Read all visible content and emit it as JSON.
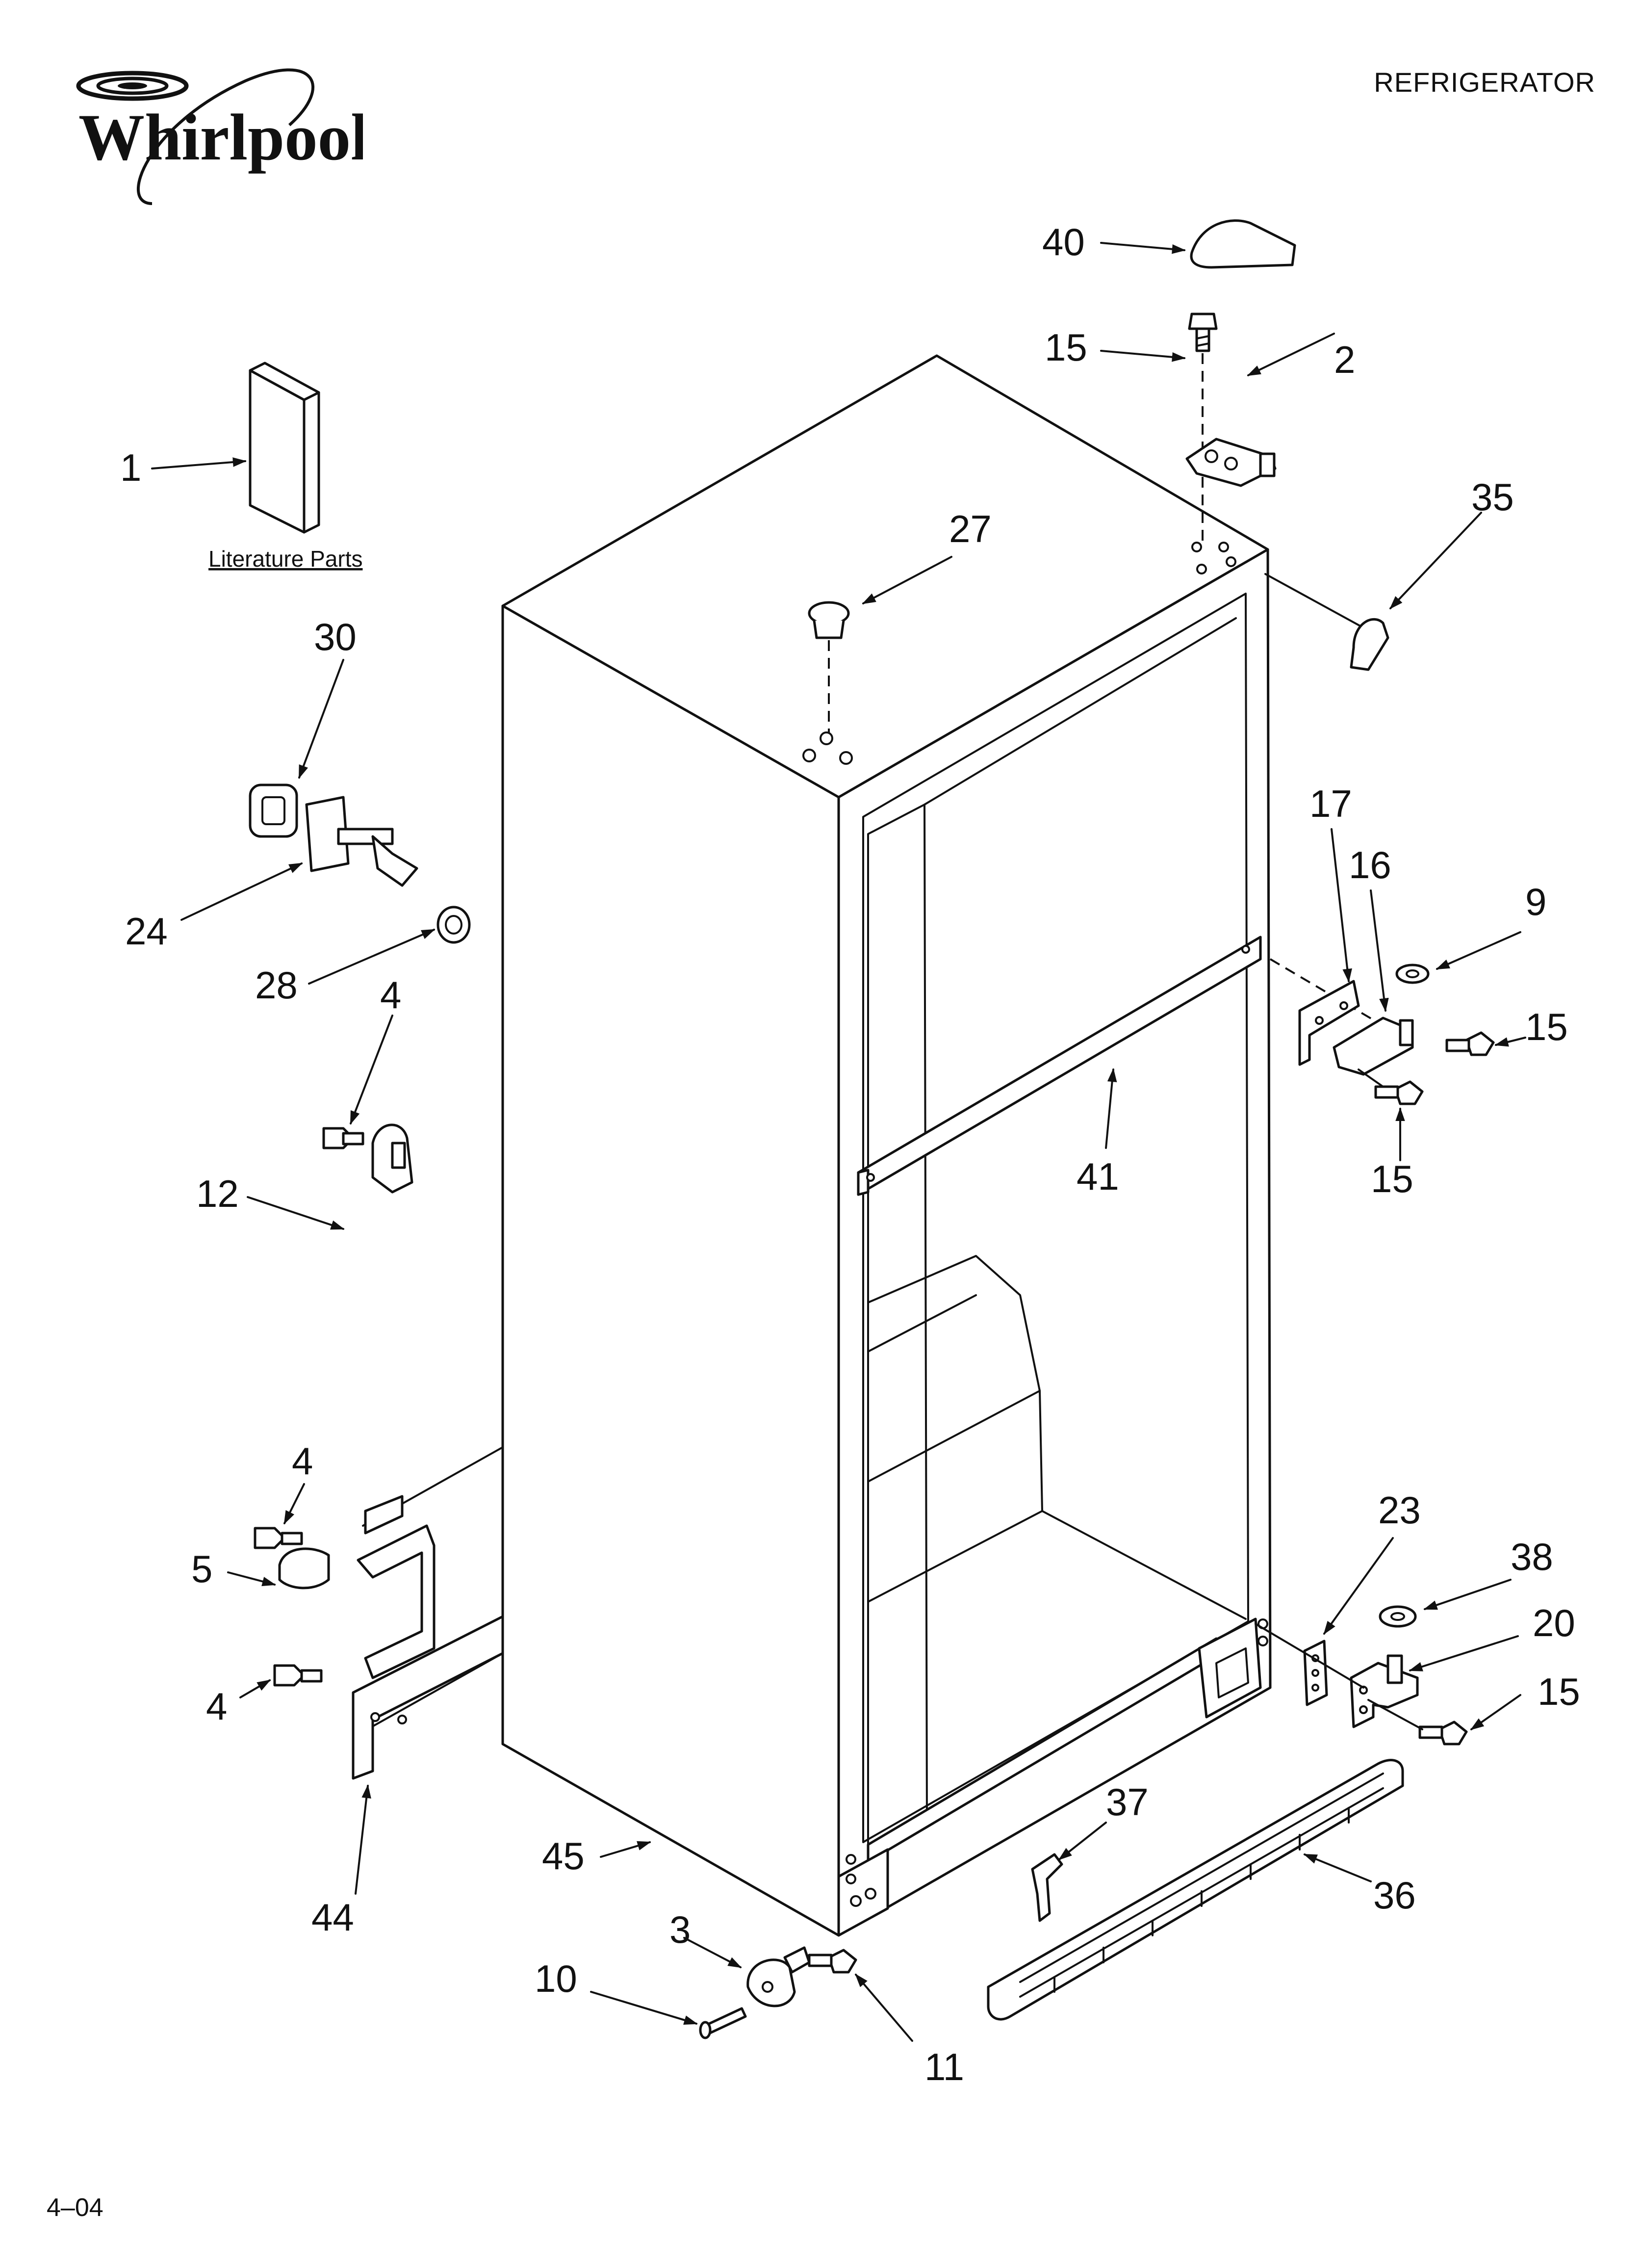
{
  "header": {
    "brand": "Whirlpool",
    "title": "REFRIGERATOR",
    "footer_code": "4–04"
  },
  "diagram": {
    "literature_label": "Literature Parts",
    "callouts": [
      {
        "id": "c40",
        "label": "40"
      },
      {
        "id": "c15a",
        "label": "15"
      },
      {
        "id": "c2",
        "label": "2"
      },
      {
        "id": "c1",
        "label": "1"
      },
      {
        "id": "c35",
        "label": "35"
      },
      {
        "id": "c27",
        "label": "27"
      },
      {
        "id": "c30",
        "label": "30"
      },
      {
        "id": "c17",
        "label": "17"
      },
      {
        "id": "c16",
        "label": "16"
      },
      {
        "id": "c24",
        "label": "24"
      },
      {
        "id": "c9",
        "label": "9"
      },
      {
        "id": "c28",
        "label": "28"
      },
      {
        "id": "c4a",
        "label": "4"
      },
      {
        "id": "c15b",
        "label": "15"
      },
      {
        "id": "c12",
        "label": "12"
      },
      {
        "id": "c41",
        "label": "41"
      },
      {
        "id": "c15c",
        "label": "15"
      },
      {
        "id": "c4b",
        "label": "4"
      },
      {
        "id": "c23",
        "label": "23"
      },
      {
        "id": "c5",
        "label": "5"
      },
      {
        "id": "c38",
        "label": "38"
      },
      {
        "id": "c20",
        "label": "20"
      },
      {
        "id": "c4c",
        "label": "4"
      },
      {
        "id": "c15d",
        "label": "15"
      },
      {
        "id": "c37",
        "label": "37"
      },
      {
        "id": "c45",
        "label": "45"
      },
      {
        "id": "c36",
        "label": "36"
      },
      {
        "id": "c44",
        "label": "44"
      },
      {
        "id": "c3",
        "label": "3"
      },
      {
        "id": "c10",
        "label": "10"
      },
      {
        "id": "c11",
        "label": "11"
      }
    ]
  }
}
